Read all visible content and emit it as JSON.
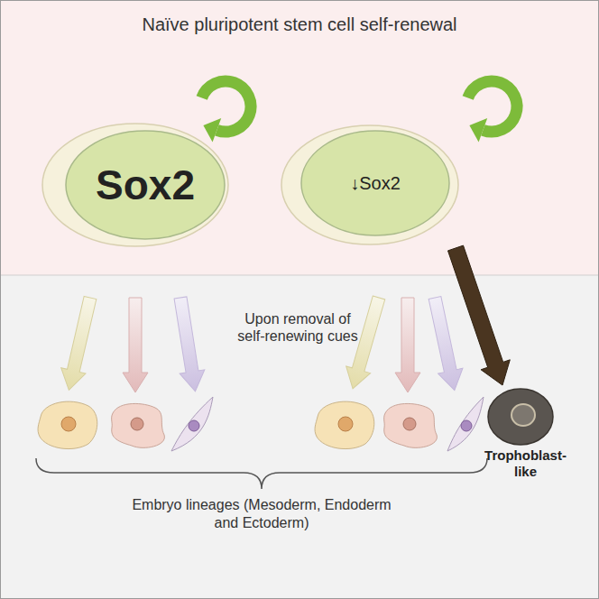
{
  "diagram": {
    "title": "Naïve pluripotent stem cell self-renewal",
    "nodes": [
      {
        "text": [
          "Sox2"
        ]
      },
      {
        "text": [
          "↓Sox2"
        ]
      },
      {
        "text": [
          "Trophoblast-like"
        ]
      }
    ],
    "edges": [
      {
        "from": 1,
        "to": 2,
        "arrow": "to"
      }
    ],
    "labels": [
      "Upon removal of self-renewing cues",
      "Embryo lineages (Mesoderm, Endoderm and Ectoderm)"
    ]
  }
}
